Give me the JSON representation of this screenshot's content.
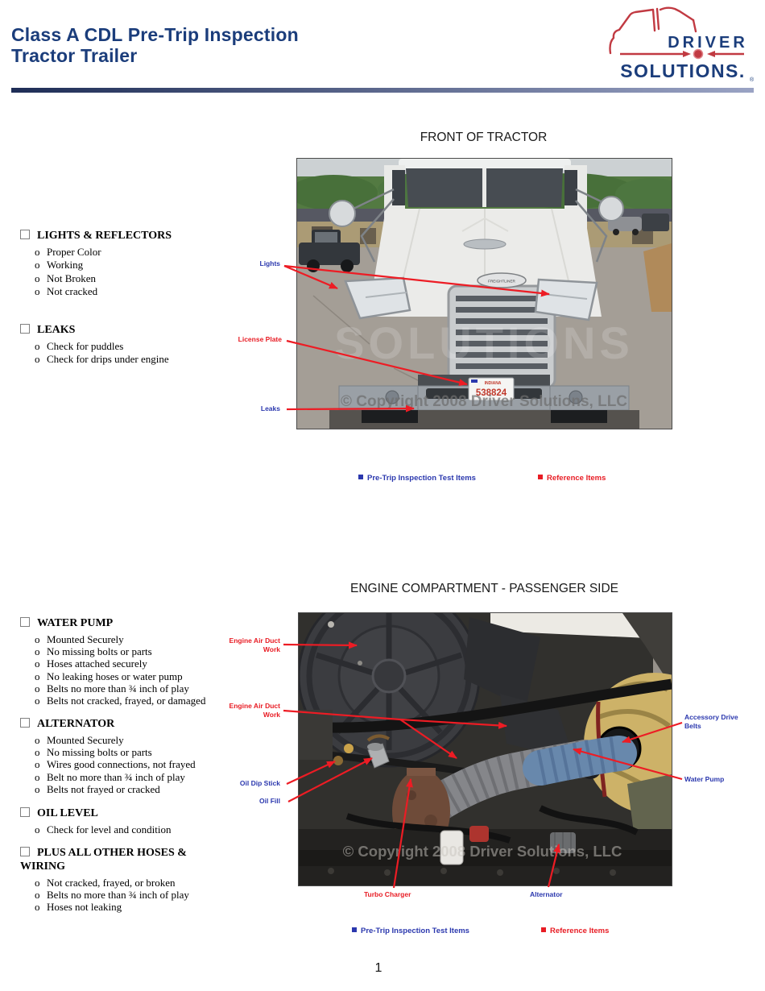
{
  "header": {
    "title_line1": "Class A CDL Pre-Trip Inspection",
    "title_line2": "Tractor Trailer",
    "logo": {
      "word1": "DRIVER",
      "word2": "SOLUTIONS.",
      "registered_mark": "®"
    }
  },
  "glyphs": {
    "item_bullet": "o"
  },
  "colors": {
    "heading_navy": "#1b3d7b",
    "test_item_blue": "#2b38ae",
    "reference_red": "#e81c24",
    "arrow_red": "#ed1c24",
    "logo_red": "#c13a42"
  },
  "legend": {
    "test_items": "Pre-Trip Inspection Test Items",
    "reference_items": "Reference Items"
  },
  "section1": {
    "title": "FRONT OF TRACTOR",
    "photo": {
      "watermark": "© Copyright 2008 Driver Solutions, LLC",
      "ghost_watermark": "SOLUTIONS",
      "license_plate_number": "538824",
      "license_plate_state": "INDIANA",
      "grille_badge": "FREIGHTLINER"
    },
    "checklists": [
      {
        "heading": "LIGHTS & REFLECTORS",
        "items": [
          "Proper Color",
          "Working",
          "Not Broken",
          "Not cracked"
        ]
      },
      {
        "heading": "LEAKS",
        "items": [
          "Check for puddles",
          "Check for drips under engine"
        ]
      }
    ],
    "callouts": {
      "lights": "Lights",
      "license_plate": "License Plate",
      "leaks": "Leaks"
    }
  },
  "section2": {
    "title": "ENGINE COMPARTMENT - PASSENGER SIDE",
    "photo": {
      "watermark": "© Copyright 2008 Driver Solutions, LLC"
    },
    "checklists": [
      {
        "heading": "WATER PUMP",
        "items": [
          "Mounted Securely",
          "No missing bolts or parts",
          "Hoses attached securely",
          "No leaking hoses or water pump",
          "Belts no more than ¾ inch of play",
          "Belts not cracked, frayed, or damaged"
        ]
      },
      {
        "heading": "ALTERNATOR",
        "items": [
          "Mounted Securely",
          "No missing bolts or parts",
          "Wires good connections, not frayed",
          "Belt no more than ¾ inch of play",
          "Belts not frayed or cracked"
        ]
      },
      {
        "heading": "OIL LEVEL",
        "items": [
          "Check for level and condition"
        ]
      },
      {
        "heading": "PLUS ALL OTHER HOSES & WIRING",
        "items": [
          "Not cracked, frayed, or broken",
          "Belts no more than ¾ inch of play",
          "Hoses not leaking"
        ]
      }
    ],
    "callouts": {
      "engine_air_duct_1": "Engine Air Duct Work",
      "engine_air_duct_2": "Engine Air Duct Work",
      "oil_dip_stick": "Oil Dip Stick",
      "oil_fill": "Oil Fill",
      "accessory_drive_belts": "Accessory Drive Belts",
      "water_pump": "Water Pump",
      "turbo_charger": "Turbo Charger",
      "alternator": "Alternator"
    }
  },
  "page": {
    "number": "1"
  }
}
